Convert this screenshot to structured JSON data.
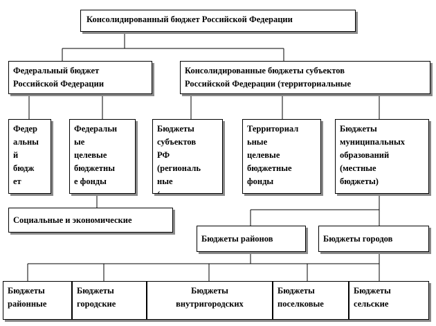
{
  "boxes": {
    "consolidated_rf": "Консолидированный бюджет Российской Федерации",
    "federal": "Федеральный бюджет\nРоссийской Федерации",
    "consolidated_subjects": "Консолидированные бюджеты субъектов\nРоссийской Федерации (территориальные",
    "federal_budget_narrow": "Федер\nальны\nй\nбюдж\nет",
    "federal_target_funds": "Федеральн\nые\nцелевые\nбюджетны\nе фонды",
    "subject_budgets": "Бюджеты\nсубъектов\nРФ\n(региональ\nные\n(",
    "territorial_funds": "Территориал\nьные\nцелевые\nбюджетные\nфонды",
    "municipal_budgets": "Бюджеты\nмуниципальных\nобразований\n(местные\nбюджеты)",
    "social_economic": "Социальные и экономические",
    "district_budgets": "Бюджеты районов",
    "city_budgets": "Бюджеты городов",
    "b_district": "Бюджеты\nрайонные",
    "b_city": "Бюджеты\nгородские",
    "b_intracity": "Бюджеты\nвнутригородских",
    "b_settlement": "Бюджеты\nпоселковые",
    "b_rural": "Бюджеты\nсельские"
  }
}
